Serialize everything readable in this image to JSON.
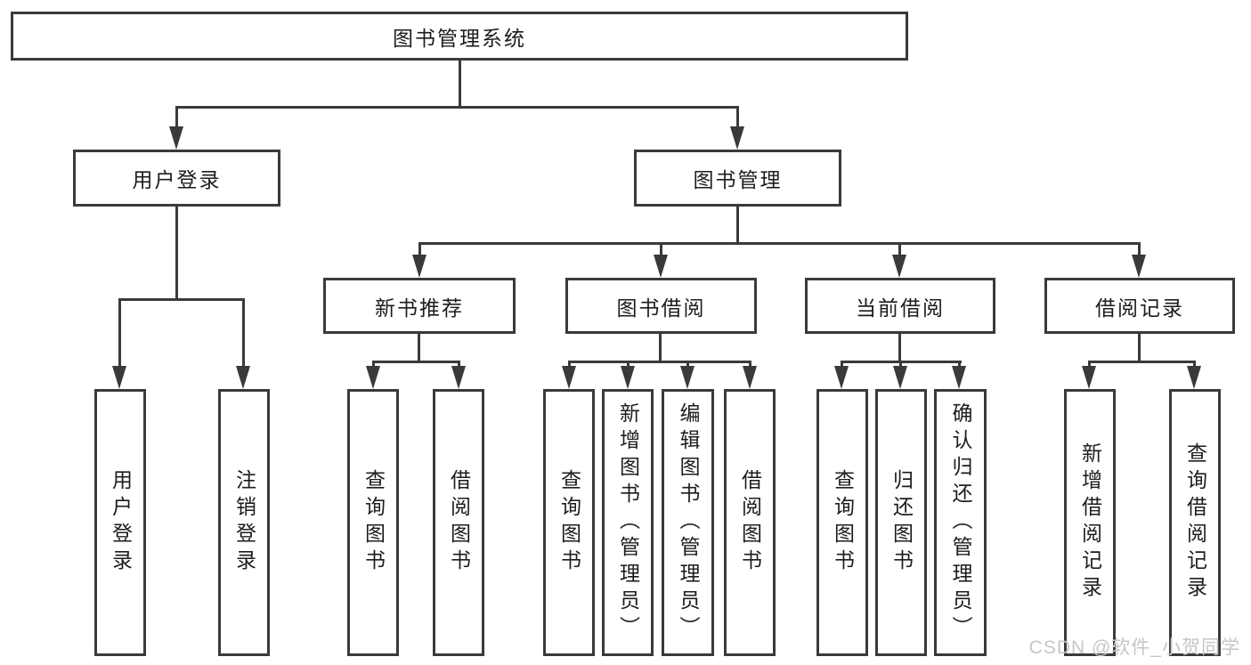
{
  "diagram": {
    "type": "hierarchy-tree",
    "root": {
      "label": "图书管理系统"
    },
    "level2": {
      "user_login": {
        "label": "用户登录"
      },
      "book_management": {
        "label": "图书管理"
      }
    },
    "level3": {
      "new_books": {
        "label": "新书推荐"
      },
      "book_borrow": {
        "label": "图书借阅"
      },
      "current_borrow": {
        "label": "当前借阅"
      },
      "borrow_records": {
        "label": "借阅记录"
      }
    },
    "leaves": {
      "ul_login": {
        "label": "用户登录",
        "parent": "用户登录"
      },
      "ul_logout": {
        "label": "注销登录",
        "parent": "用户登录"
      },
      "nb_query": {
        "label": "查询图书",
        "parent": "新书推荐"
      },
      "nb_borrow": {
        "label": "借阅图书",
        "parent": "新书推荐"
      },
      "bb_query": {
        "label": "查询图书",
        "parent": "图书借阅"
      },
      "bb_add": {
        "label": "新增图书（管理员）",
        "parent": "图书借阅"
      },
      "bb_edit": {
        "label": "编辑图书（管理员）",
        "parent": "图书借阅"
      },
      "bb_borrow": {
        "label": "借阅图书",
        "parent": "图书借阅"
      },
      "cb_query": {
        "label": "查询图书",
        "parent": "当前借阅"
      },
      "cb_return": {
        "label": "归还图书",
        "parent": "当前借阅"
      },
      "cb_confirm": {
        "label": "确认归还（管理员）",
        "parent": "当前借阅"
      },
      "br_add": {
        "label": "新增借阅记录",
        "parent": "借阅记录"
      },
      "br_query": {
        "label": "查询借阅记录",
        "parent": "借阅记录"
      }
    },
    "watermark": "CSDN @软件_小贺同学",
    "colors": {
      "line": "#3a3a3a",
      "text": "#1d1d1d",
      "box_background": "#ffffff",
      "watermark": "#c6c6c6"
    }
  }
}
